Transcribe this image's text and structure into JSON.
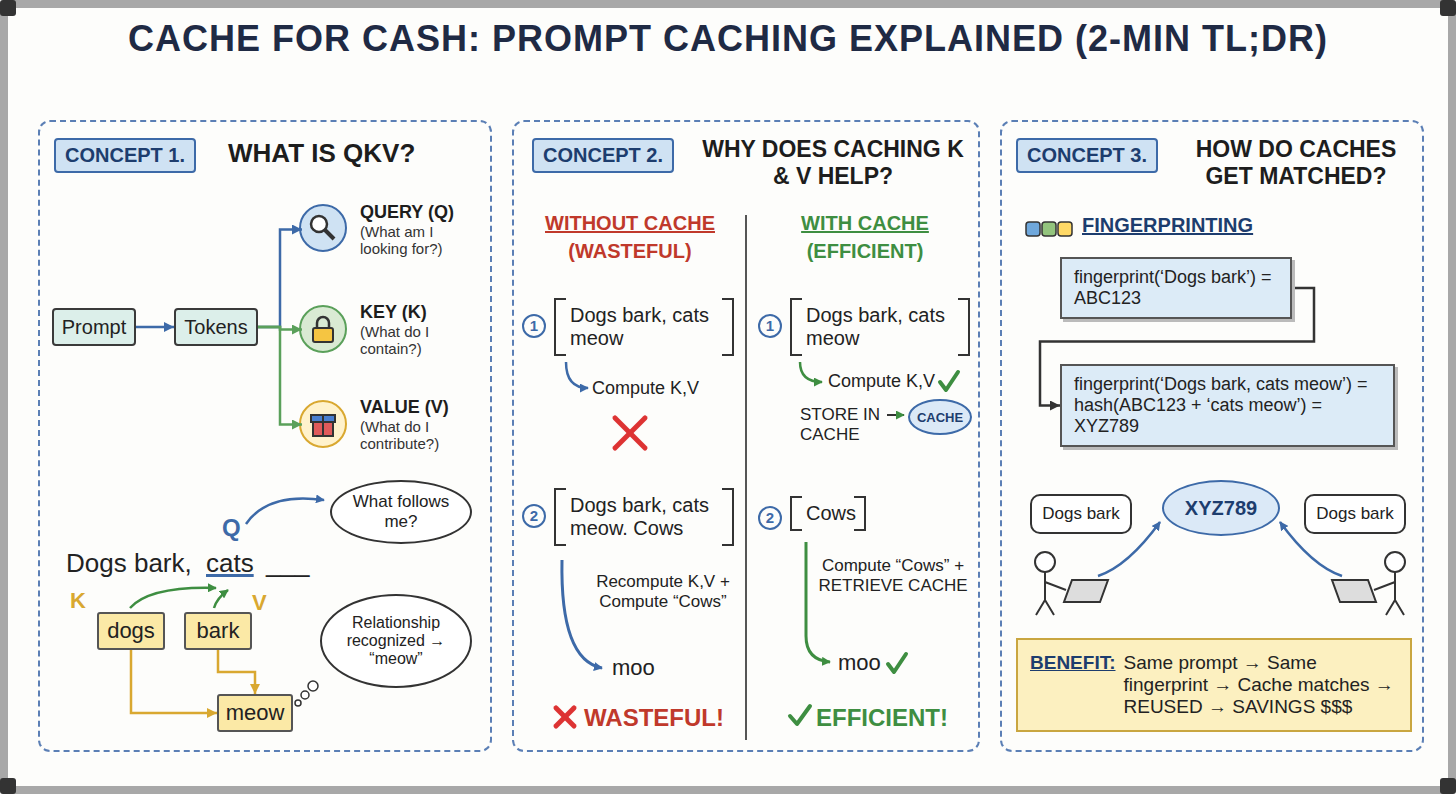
{
  "diagram": {
    "title": "CACHE FOR CASH: PROMPT CACHING EXPLAINED (2-MIN TL;DR)",
    "nodes": [
      {
        "text": [
          "WHAT IS QKV?"
        ]
      },
      {
        "text": [
          "CONCEPT 1."
        ],
        "in": 0
      },
      {
        "text": [
          "Prompt"
        ],
        "in": 0
      },
      {
        "text": [
          "Tokens"
        ],
        "in": 0
      },
      {
        "text": [
          "QUERY (Q)",
          "(What am I looking for?)"
        ],
        "in": 0
      },
      {
        "text": [
          "KEY (K)",
          "(What do I contain?)"
        ],
        "in": 0
      },
      {
        "text": [
          "VALUE (V)",
          "(What do I contribute?)"
        ],
        "in": 0
      },
      {
        "text": [
          "What follows me?"
        ],
        "in": 0
      },
      {
        "text": [
          "dogs"
        ],
        "in": 0
      },
      {
        "text": [
          "bark"
        ],
        "in": 0
      },
      {
        "text": [
          "meow"
        ],
        "in": 0
      },
      {
        "text": [
          "Relationship recognized → “meow”"
        ],
        "in": 0
      },
      {
        "text": [
          "WHY DOES CACHING K & V HELP?"
        ]
      },
      {
        "text": [
          "CONCEPT 2."
        ],
        "in": 12
      },
      {
        "text": [
          "Dogs bark, cats meow"
        ],
        "in": 12
      },
      {
        "text": [
          "Dogs bark, cats meow. Cows"
        ],
        "in": 12
      },
      {
        "text": [
          "Dogs bark, cats meow"
        ],
        "in": 12
      },
      {
        "text": [
          "CACHE"
        ],
        "in": 12
      },
      {
        "text": [
          "Cows"
        ],
        "in": 12
      },
      {
        "text": [
          "HOW DO CACHES GET MATCHED?"
        ]
      },
      {
        "text": [
          "CONCEPT 3."
        ],
        "in": 19
      },
      {
        "text": [
          "fingerprint(‘Dogs bark’) = ABC123"
        ],
        "in": 19
      },
      {
        "text": [
          "fingerprint(‘Dogs bark, cats meow’) = hash(ABC123 + ‘cats meow’) = XYZ789"
        ],
        "in": 19
      },
      {
        "text": [
          "Dogs bark"
        ],
        "in": 19
      },
      {
        "text": [
          "XYZ789"
        ],
        "in": 19
      },
      {
        "text": [
          "Dogs bark"
        ],
        "in": 19
      },
      {
        "text": [
          "BENEFIT:",
          "Same prompt → Same fingerprint → Cache matches → REUSED → SAVINGS $$$"
        ],
        "in": 19
      }
    ],
    "edges": [
      {
        "from": 2,
        "to": 3,
        "arrow": "to"
      },
      {
        "from": 3,
        "to": 4,
        "arrow": "to"
      },
      {
        "from": 3,
        "to": 5,
        "arrow": "to"
      },
      {
        "from": 3,
        "to": 6,
        "arrow": "to"
      },
      {
        "from": 8,
        "to": 10,
        "arrow": "to"
      },
      {
        "from": 9,
        "to": 10,
        "arrow": "to"
      },
      {
        "from": 21,
        "to": 22,
        "arrow": "to"
      }
    ],
    "labels": [
      "Dogs bark,",
      "cats",
      "___",
      "Q",
      "K",
      "V",
      "WITHOUT CACHE",
      "(WASTEFUL)",
      "WITH CACHE",
      "(EFFICIENT)",
      "1",
      "Compute K,V",
      "2",
      "Recompute K,V + Compute “Cows”",
      "moo",
      "WASTEFUL!",
      "1",
      "Compute K,V",
      "STORE IN CACHE",
      "2",
      "Compute “Cows” + RETRIEVE CACHE",
      "moo",
      "EFFICIENT!",
      "FINGERPRINTING"
    ]
  }
}
